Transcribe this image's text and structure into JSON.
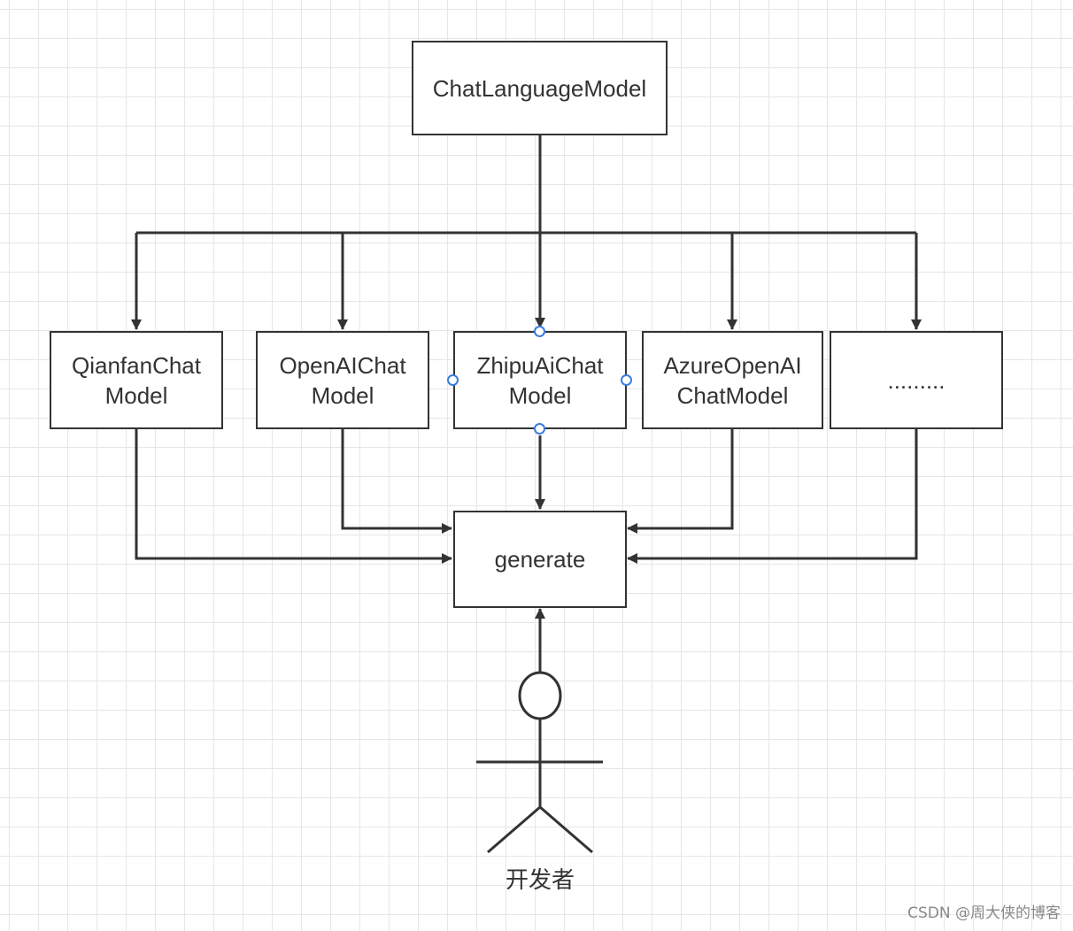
{
  "diagram": {
    "root": {
      "label": "ChatLanguageModel"
    },
    "models": [
      {
        "label": "QianfanChat\nModel"
      },
      {
        "label": "OpenAIChat\nModel"
      },
      {
        "label": "ZhipuAiChat\nModel"
      },
      {
        "label": "AzureOpenAI\nChatModel"
      },
      {
        "label": "........."
      }
    ],
    "method": {
      "label": "generate"
    },
    "actor": {
      "label": "开发者"
    }
  },
  "colors": {
    "line": "#333333",
    "selection_handle": "#3b7ddd",
    "grid": "#e6e6e6"
  },
  "watermark": "CSDN @周大侠的博客"
}
